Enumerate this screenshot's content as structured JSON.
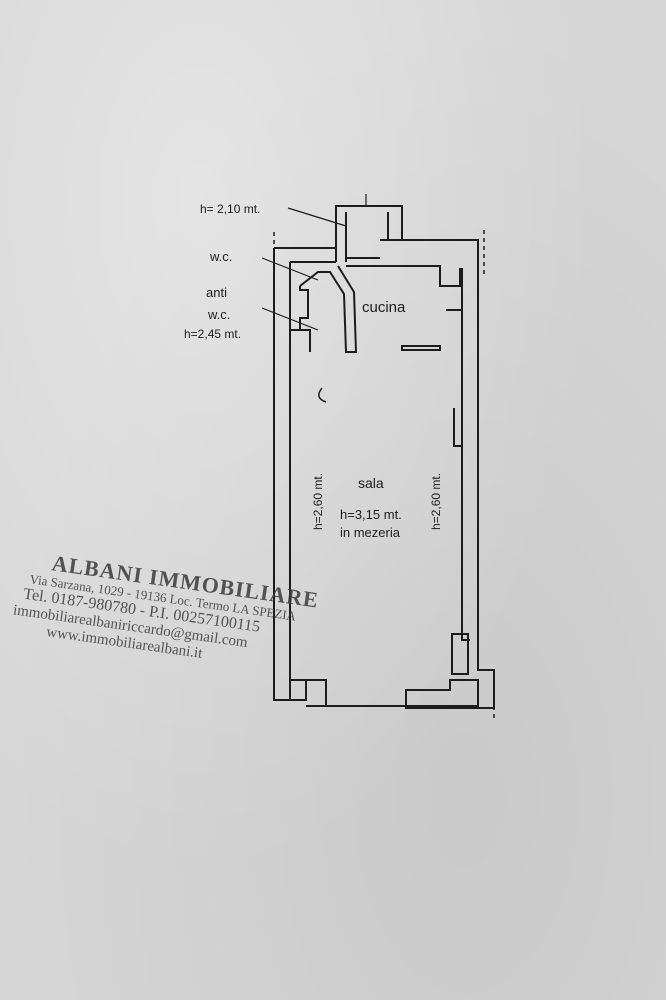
{
  "labels": {
    "h_stair": "h= 2,10 mt.",
    "wc": "w.c.",
    "anti": "anti",
    "anti_wc": "w.c.",
    "h_antiwc": "h=2,45 mt.",
    "cucina": "cucina",
    "sala": "sala",
    "h_sala": "h=3,15 mt.",
    "in_mezeria": "in mezeria",
    "h_left": "h=2,60 mt.",
    "h_right": "h=2,60 mt."
  },
  "stamp": {
    "name": "ALBANI IMMOBILIARE",
    "address": "Via Sarzana, 1029 - 19136 Loc. Termo LA SPEZIA",
    "tel": "Tel. 0187-980780 - P.I. 00257100115",
    "email": "immobiliarealbaniriccardo@gmail.com",
    "web": "www.immobiliarealbani.it"
  },
  "colors": {
    "line": "#1c1c1c",
    "paper": "#d6d6d6"
  }
}
